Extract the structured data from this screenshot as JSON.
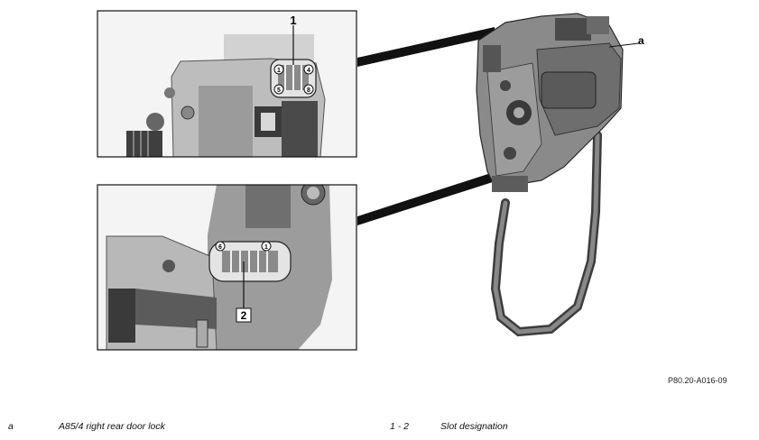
{
  "figure": {
    "inset_top_callout": "1",
    "inset_top_pins": [
      "1",
      "4",
      "5",
      "8"
    ],
    "inset_bottom_callout": "2",
    "inset_bottom_pins": [
      "6",
      "1"
    ],
    "part_callout": "a"
  },
  "plate_number": "P80.20-A016-09",
  "legend": [
    {
      "key": "a",
      "text": "A85/4 right rear door lock"
    },
    {
      "key": "1 - 2",
      "text": "Slot designation"
    }
  ]
}
